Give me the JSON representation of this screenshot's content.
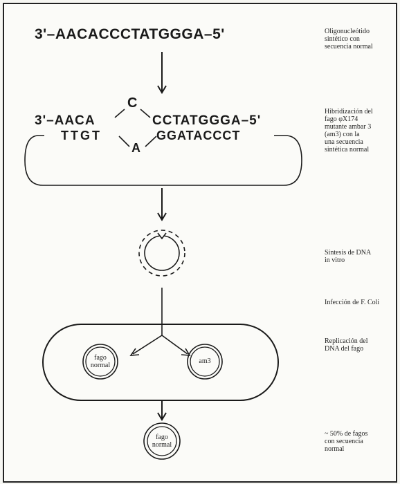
{
  "sequences": {
    "oligo": "3'–AACACCCTATGGGA–5'",
    "hyb_top_left": "3'–AACA",
    "hyb_top_right": "CCTATGGGA–5'",
    "hyb_bulge_top": "C",
    "hyb_bottom_left": "TTGT",
    "hyb_bottom_right": "GGATACCCT",
    "hyb_bulge_bottom": "A"
  },
  "notes": {
    "step1": [
      "Oligonucleótido",
      "sintético con",
      "secuencia normal"
    ],
    "step2": [
      "Hibridización del",
      "fago φX174",
      "mutante ambar 3",
      "(am3) con la",
      "una secuencia",
      "sintética normal"
    ],
    "step3": [
      "Síntesis de DNA",
      "in vitro"
    ],
    "step4": [
      "Infección de F. Coli"
    ],
    "step5": [
      "Replicación del",
      "DNA del fago"
    ],
    "step6": [
      "~ 50% de fagos",
      "con secuencia",
      "normal"
    ]
  },
  "circle_labels": {
    "left_in_cell": [
      "fago",
      "normal"
    ],
    "right_in_cell": "am3",
    "bottom": [
      "fago",
      "normal"
    ]
  }
}
